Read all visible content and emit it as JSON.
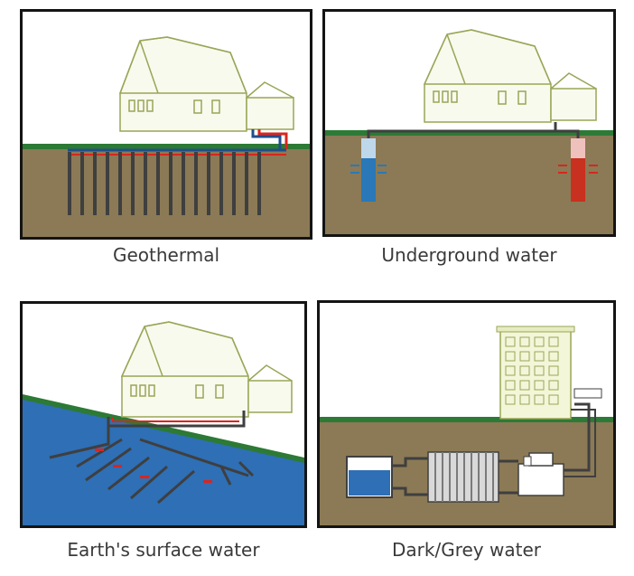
{
  "panels": [
    {
      "id": "geothermal",
      "caption": "Geothermal"
    },
    {
      "id": "underground",
      "caption": "Underground water"
    },
    {
      "id": "surface",
      "caption": "Earth's surface water"
    },
    {
      "id": "grey",
      "caption": "Dark/Grey water"
    }
  ],
  "colors": {
    "soil": "#8b7a55",
    "grass": "#2c7a35",
    "water": "#2e6fb5",
    "pipe_cold": "#1f4e8c",
    "pipe_hot": "#d8261f",
    "house_outline": "#9aa557"
  },
  "icons": [
    "house-icon",
    "building-icon",
    "heat-pump-icon",
    "water-tank-icon",
    "heat-exchanger-icon"
  ]
}
